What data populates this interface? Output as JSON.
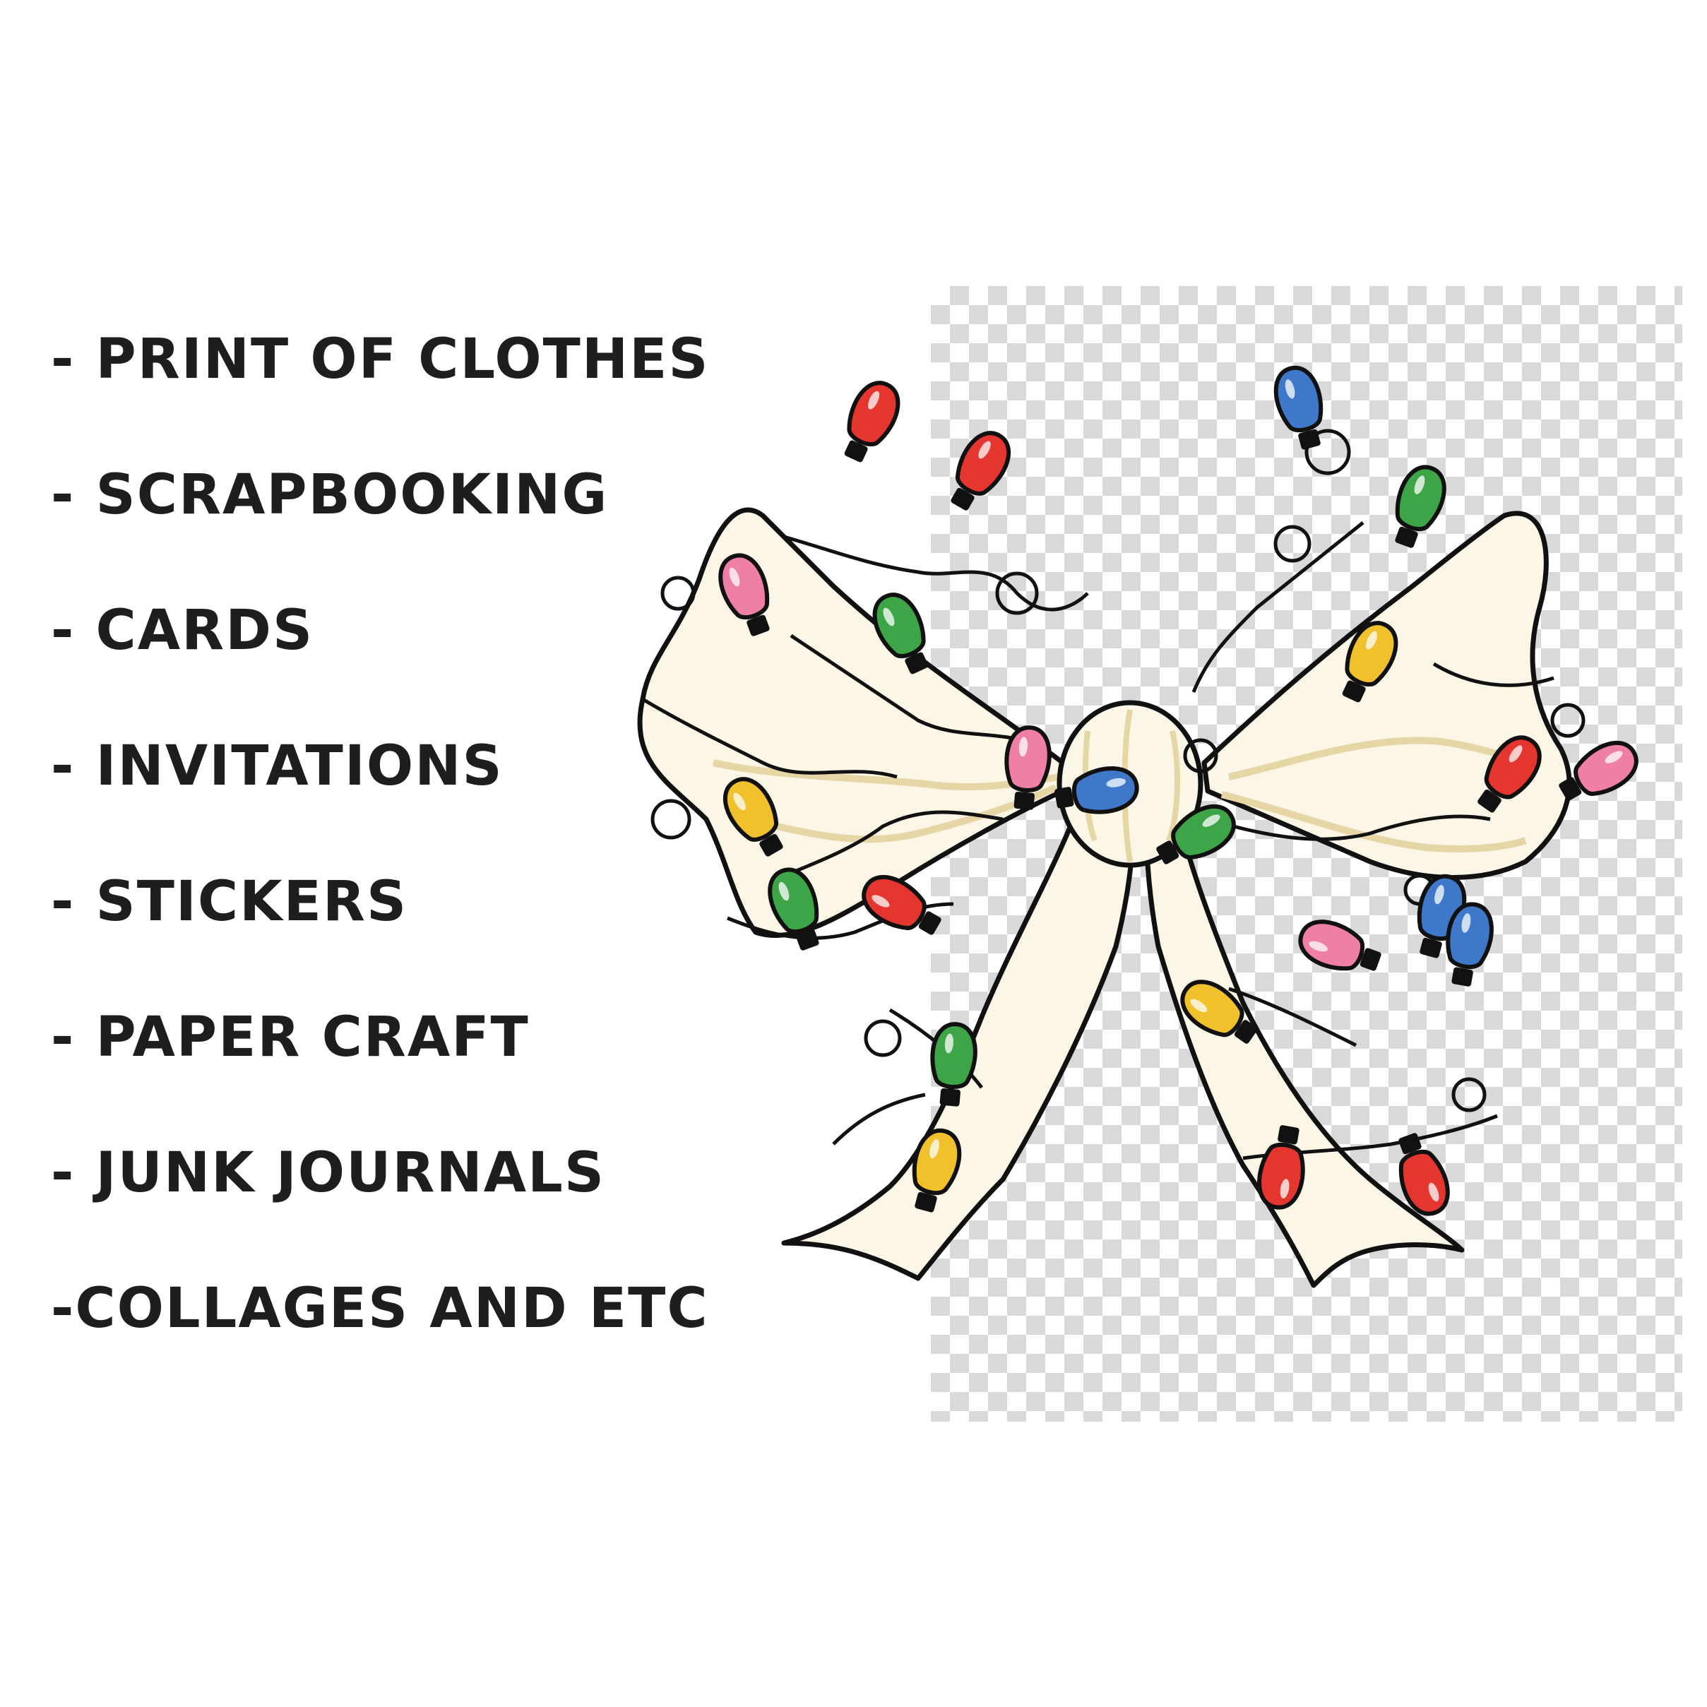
{
  "uses": [
    "- PRINT OF CLOTHES",
    "- SCRAPBOOKING",
    "- CARDS",
    "- INVITATIONS",
    "- STICKERS",
    "- PAPER CRAFT",
    "- JUNK JOURNALS",
    "-COLLAGES AND ETC"
  ],
  "colors": {
    "ribbon": "#fbf6e6",
    "ribbon_shade": "#efe2b8",
    "outline": "#111111",
    "bulb_red": "#e4352f",
    "bulb_green": "#3da447",
    "bulb_pink": "#ef7fa5",
    "bulb_yellow": "#f0c02d",
    "bulb_blue": "#3f78c8"
  },
  "bulbs": [
    "red",
    "red",
    "blue",
    "green",
    "yellow",
    "pink",
    "green",
    "red",
    "pink",
    "pink",
    "yellow",
    "blue",
    "green",
    "blue",
    "green",
    "red",
    "pink",
    "blue",
    "yellow",
    "green",
    "red",
    "red",
    "yellow"
  ]
}
